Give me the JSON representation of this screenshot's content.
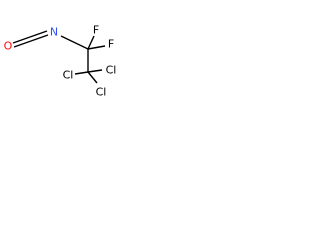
{
  "molecule": {
    "atoms": [
      {
        "id": "O1",
        "label": "O",
        "color": "#ff0d0d"
      },
      {
        "id": "C1",
        "label": "",
        "color": "#000000"
      },
      {
        "id": "N1",
        "label": "N",
        "color": "#3050f8"
      },
      {
        "id": "C2",
        "label": "",
        "color": "#000000"
      },
      {
        "id": "F1",
        "label": "F",
        "color": "#000000"
      },
      {
        "id": "F2",
        "label": "F",
        "color": "#000000"
      },
      {
        "id": "C3",
        "label": "",
        "color": "#000000"
      },
      {
        "id": "Cl1",
        "label": "Cl",
        "color": "#000000"
      },
      {
        "id": "Cl2",
        "label": "Cl",
        "color": "#000000"
      },
      {
        "id": "Cl3",
        "label": "Cl",
        "color": "#000000"
      }
    ],
    "bonds": [
      {
        "from": "O1",
        "to": "C1",
        "order": 2
      },
      {
        "from": "C1",
        "to": "N1",
        "order": 2
      },
      {
        "from": "N1",
        "to": "C2",
        "order": 1
      },
      {
        "from": "C2",
        "to": "F1",
        "order": 1
      },
      {
        "from": "C2",
        "to": "F2",
        "order": 1
      },
      {
        "from": "C2",
        "to": "C3",
        "order": 1
      },
      {
        "from": "C3",
        "to": "Cl1",
        "order": 1
      },
      {
        "from": "C3",
        "to": "Cl2",
        "order": 1
      },
      {
        "from": "C3",
        "to": "Cl3",
        "order": 1
      }
    ]
  }
}
